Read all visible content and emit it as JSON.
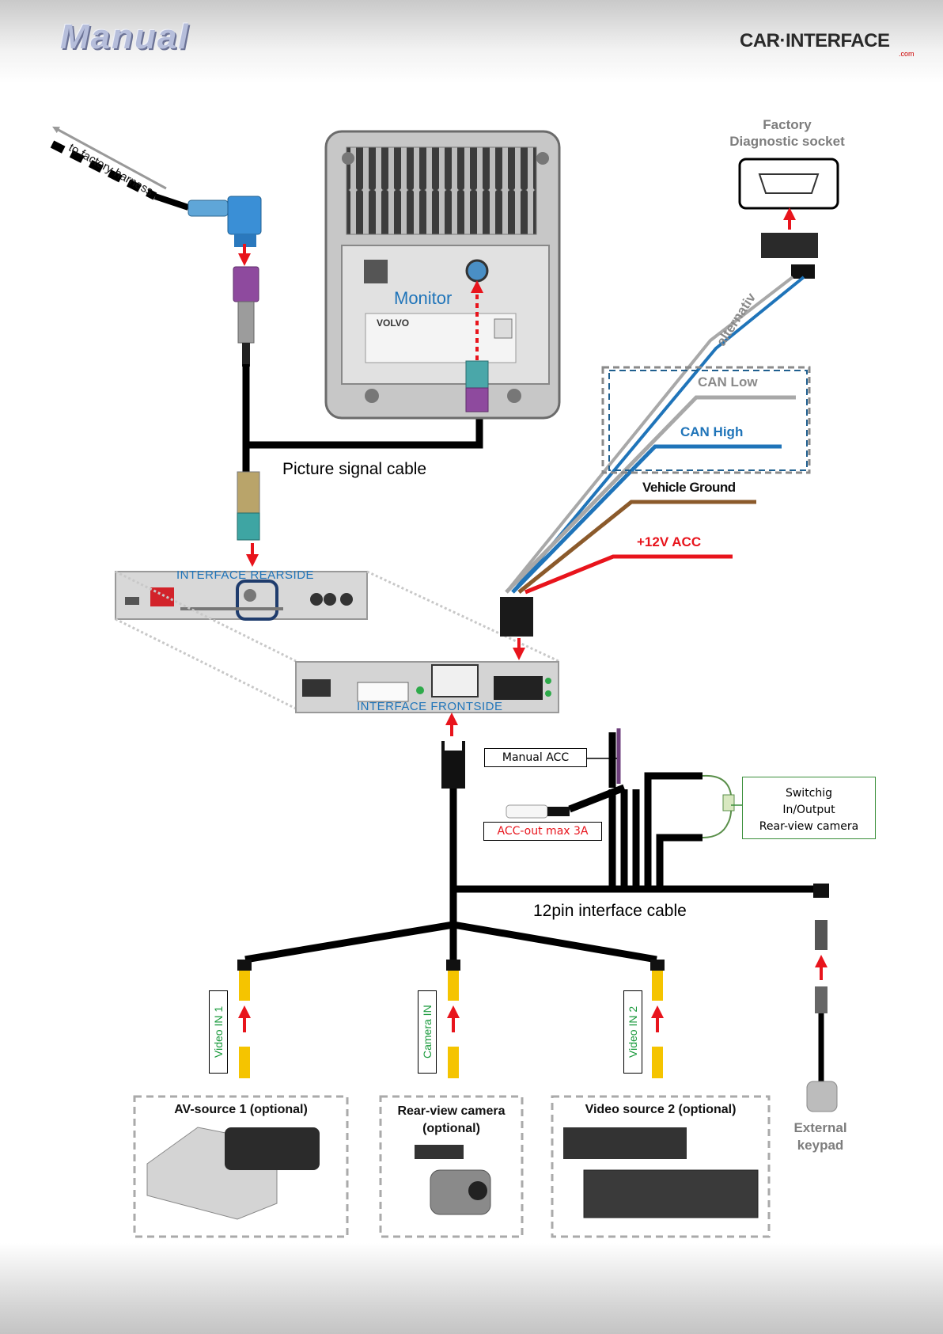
{
  "header": {
    "title": "Manual",
    "logo": "CAR·INTERFACE",
    "logo_sub": ".com"
  },
  "labels": {
    "to_factory_harness": "to factory harness",
    "monitor": "Monitor",
    "monitor_brand": "VOLVO",
    "picture_signal_cable": "Picture signal cable",
    "interface_rearside": "INTERFACE  REARSIDE",
    "interface_frontside": "INTERFACE  FRONTSIDE",
    "factory_diag_line1": "Factory",
    "factory_diag_line2": "Diagnostic socket",
    "alternativ": "alternativ",
    "can_low": "CAN Low",
    "can_high": "CAN High",
    "vehicle_ground": "Vehicle Ground",
    "acc_12v": "+12V ACC",
    "manual_acc": "Manual ACC",
    "acc_out": "ACC-out max 3A",
    "switch_line1": "Switchig",
    "switch_line2": "In/Output",
    "switch_line3": "Rear-view camera",
    "cable_12pin": "12pin interface cable",
    "video_in_1": "Video IN 1",
    "camera_in": "Camera IN",
    "video_in_2": "Video IN 2",
    "av_source_1": "AV-source 1 (optional)",
    "rear_camera_line1": "Rear-view camera",
    "rear_camera_line2": "(optional)",
    "video_source_2": "Video source 2 (optional)",
    "external_keypad_line1": "External",
    "external_keypad_line2": "keypad"
  },
  "colors": {
    "can_low": "#a8a8a8",
    "can_high": "#1f74b9",
    "ground": "#8b5a2b",
    "acc": "#e8141c",
    "arrow": "#e8141c",
    "label_green": "#1a9a3c"
  },
  "icons": [
    "arrow-down-icon",
    "arrow-up-icon",
    "obd-socket-icon",
    "rca-plug-icon",
    "fuse-icon"
  ]
}
